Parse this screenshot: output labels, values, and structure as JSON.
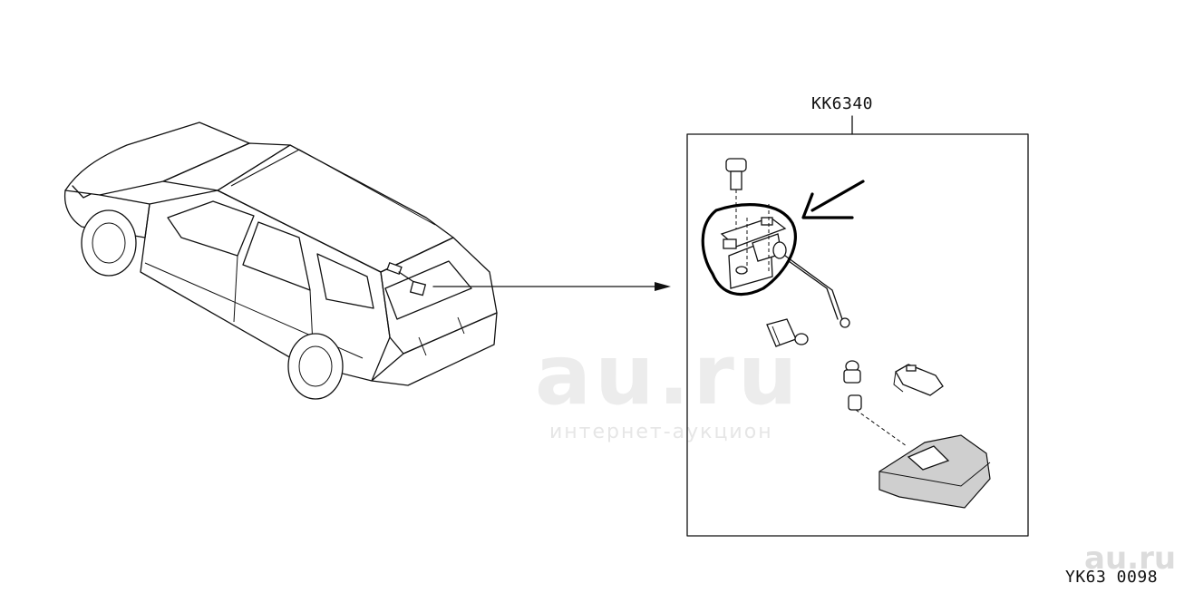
{
  "callout": {
    "part_number": "KK6340"
  },
  "footer": {
    "diagram_code": "YK63 0098"
  },
  "watermarks": {
    "center": "au.ru",
    "center_sub": "интернет-аукцион",
    "corner": "au.ru"
  }
}
